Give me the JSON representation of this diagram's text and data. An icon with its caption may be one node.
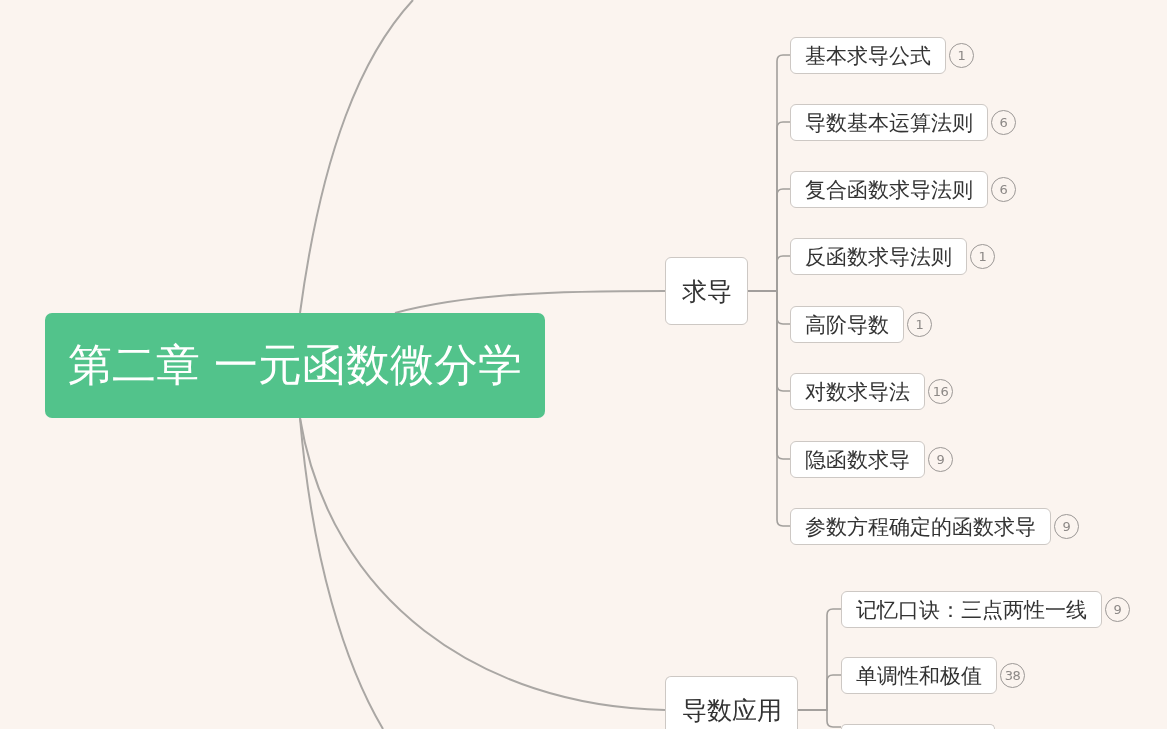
{
  "diagram": {
    "nodes": [
      {
        "text": [
          "第二章 一元函数微分学"
        ]
      },
      {
        "text": [
          "求导"
        ]
      },
      {
        "text": [
          "基本求导公式"
        ],
        "beside": [
          "1"
        ]
      },
      {
        "text": [
          "导数基本运算法则"
        ],
        "beside": [
          "6"
        ]
      },
      {
        "text": [
          "复合函数求导法则"
        ],
        "beside": [
          "6"
        ]
      },
      {
        "text": [
          "反函数求导法则"
        ],
        "beside": [
          "1"
        ]
      },
      {
        "text": [
          "高阶导数"
        ],
        "beside": [
          "1"
        ]
      },
      {
        "text": [
          "对数求导法"
        ],
        "beside": [
          "16"
        ]
      },
      {
        "text": [
          "隐函数求导"
        ],
        "beside": [
          "9"
        ]
      },
      {
        "text": [
          "参数方程确定的函数求导"
        ],
        "beside": [
          "9"
        ]
      },
      {
        "text": [
          "导数应用"
        ]
      },
      {
        "text": [
          "记忆口诀：三点两性一线"
        ],
        "beside": [
          "9"
        ]
      },
      {
        "text": [
          "单调性和极值"
        ],
        "beside": [
          "38"
        ]
      },
      {
        "text": [],
        "shape": "box"
      }
    ],
    "edges": [
      {
        "from": 0,
        "to": null,
        "arrow": "none"
      },
      {
        "from": 0,
        "to": 1,
        "arrow": "none"
      },
      {
        "from": 1,
        "to": 2,
        "arrow": "none"
      },
      {
        "from": 1,
        "to": 3,
        "arrow": "none"
      },
      {
        "from": 1,
        "to": 4,
        "arrow": "none"
      },
      {
        "from": 1,
        "to": 5,
        "arrow": "none"
      },
      {
        "from": 1,
        "to": 6,
        "arrow": "none"
      },
      {
        "from": 1,
        "to": 7,
        "arrow": "none"
      },
      {
        "from": 1,
        "to": 8,
        "arrow": "none"
      },
      {
        "from": 1,
        "to": 9,
        "arrow": "none"
      },
      {
        "from": 0,
        "to": 10,
        "arrow": "none"
      },
      {
        "from": 10,
        "to": 11,
        "arrow": "none"
      },
      {
        "from": 10,
        "to": 12,
        "arrow": "none"
      },
      {
        "from": 10,
        "to": 13,
        "arrow": "none"
      },
      {
        "from": 0,
        "to": null,
        "arrow": "none"
      }
    ]
  }
}
